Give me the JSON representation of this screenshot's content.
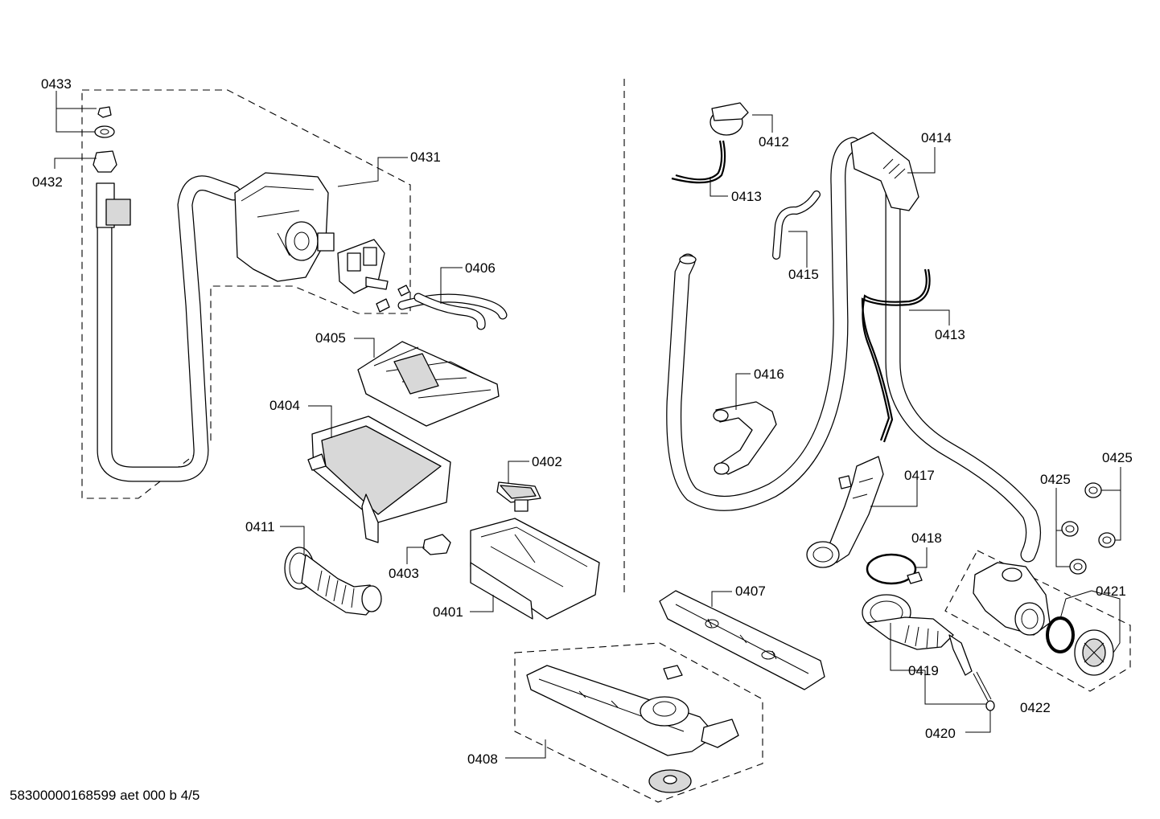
{
  "footer": "58300000168599 aet 000 b 4/5",
  "labels": {
    "l0433": "0433",
    "l0432": "0432",
    "l0431": "0431",
    "l0406": "0406",
    "l0405": "0405",
    "l0404": "0404",
    "l0402": "0402",
    "l0411": "0411",
    "l0403": "0403",
    "l0401": "0401",
    "l0412": "0412",
    "l0414": "0414",
    "l0413a": "0413",
    "l0415": "0415",
    "l0413b": "0413",
    "l0416": "0416",
    "l0417": "0417",
    "l0418": "0418",
    "l0425a": "0425",
    "l0425b": "0425",
    "l0421": "0421",
    "l0407": "0407",
    "l0419": "0419",
    "l0422": "0422",
    "l0420": "0420",
    "l0408": "0408"
  }
}
